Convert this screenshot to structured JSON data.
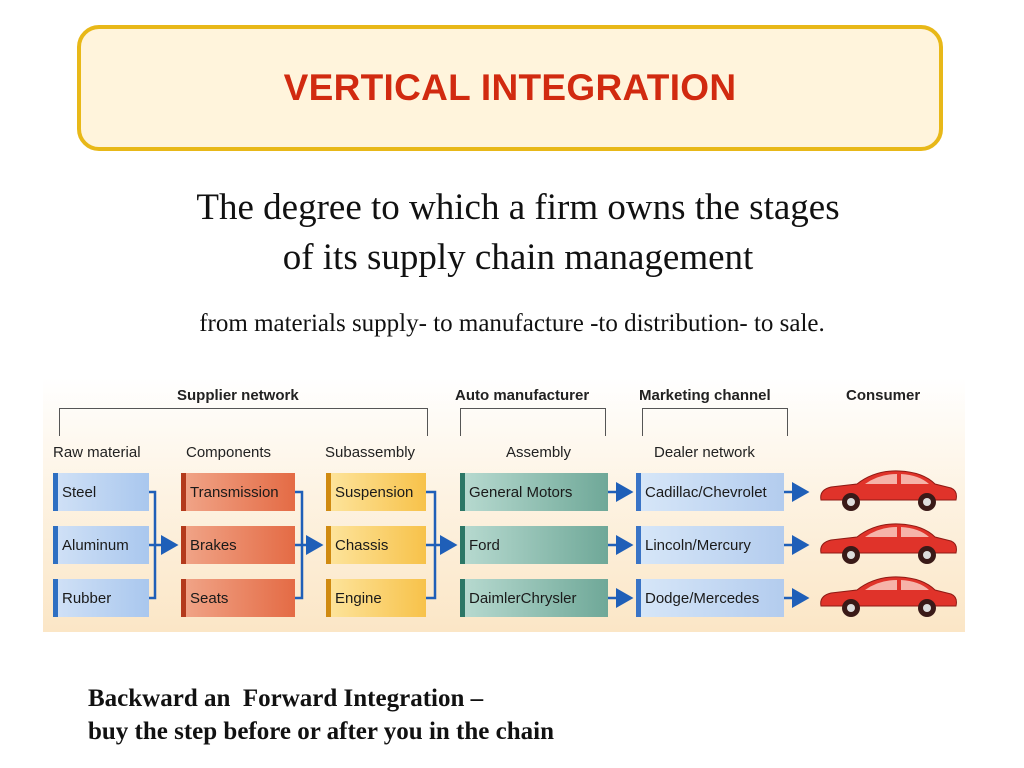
{
  "slide": {
    "title": "VERTICAL INTEGRATION",
    "subtitle_line1": "The degree to which a firm owns the stages",
    "subtitle_line2": "of its supply chain management",
    "tagline": "from materials supply- to manufacture -to distribution- to sale.",
    "note_line1": "Backward an  Forward Integration –",
    "note_line2": "buy the step before or after you in the chain"
  },
  "diagram": {
    "headers": {
      "supplier_network": "Supplier network",
      "auto_manufacturer": "Auto manufacturer",
      "marketing_channel": "Marketing channel",
      "consumer": "Consumer"
    },
    "columns": {
      "raw_material": "Raw material",
      "components": "Components",
      "subassembly": "Subassembly",
      "assembly": "Assembly",
      "dealer_network": "Dealer network"
    },
    "raw_material": [
      "Steel",
      "Aluminum",
      "Rubber"
    ],
    "components": [
      "Transmission",
      "Brakes",
      "Seats"
    ],
    "subassembly": [
      "Suspension",
      "Chassis",
      "Engine"
    ],
    "assembly": [
      "General Motors",
      "Ford",
      "DaimlerChrysler"
    ],
    "dealers": [
      "Cadillac/Chevrolet",
      "Lincoln/Mercury",
      "Dodge/Mercedes"
    ],
    "colors": {
      "title_text": "#d12a10",
      "title_border": "#e8b818",
      "arrow": "#1f5fb8",
      "car": "#e0332a"
    }
  }
}
